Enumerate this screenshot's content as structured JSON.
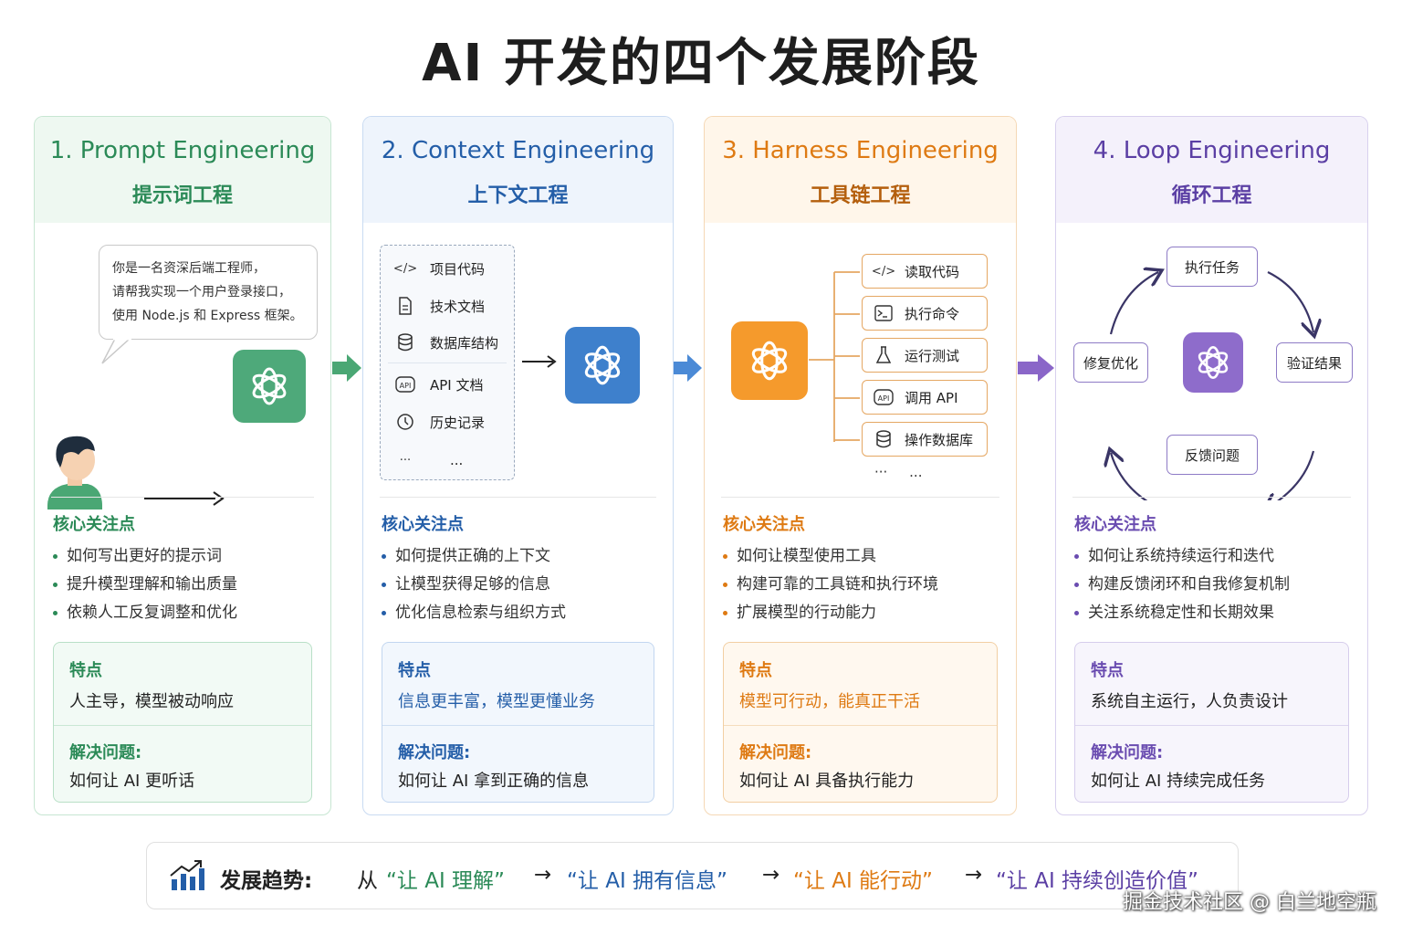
{
  "title": "AI 开发的四个发展阶段",
  "colors": {
    "green": "#2b8a57",
    "blue": "#245ea8",
    "orange": "#de7a13",
    "purple": "#6a4cb0"
  },
  "stages": [
    {
      "en": "1. Prompt Engineering",
      "zh": "提示词工程",
      "bubble": [
        "你是一名资深后端工程师，",
        "请帮我实现一个用户登录接口，",
        "使用 Node.js 和 Express 框架。"
      ],
      "focus_title": "核心关注点",
      "focus": [
        "如何写出更好的提示词",
        "提升模型理解和输出质量",
        "依赖人工反复调整和优化"
      ],
      "feature_title": "特点",
      "feature": "人主导，模型被动响应",
      "problem_title": "解决问题:",
      "problem": "如何让 AI 更听话"
    },
    {
      "en": "2. Context Engineering",
      "zh": "上下文工程",
      "context_items": [
        {
          "icon": "code-icon",
          "label": "项目代码"
        },
        {
          "icon": "document-icon",
          "label": "技术文档"
        },
        {
          "icon": "database-icon",
          "label": "数据库结构"
        },
        {
          "icon": "api-icon",
          "label": "API 文档"
        },
        {
          "icon": "history-icon",
          "label": "历史记录"
        },
        {
          "icon": "more-icon",
          "label": "..."
        }
      ],
      "focus_title": "核心关注点",
      "focus": [
        "如何提供正确的上下文",
        "让模型获得足够的信息",
        "优化信息检索与组织方式"
      ],
      "feature_title": "特点",
      "feature": "信息更丰富，模型更懂业务",
      "problem_title": "解决问题:",
      "problem": "如何让 AI 拿到正确的信息"
    },
    {
      "en": "3. Harness Engineering",
      "zh": "工具链工程",
      "tools": [
        {
          "icon": "code-icon",
          "label": "读取代码"
        },
        {
          "icon": "terminal-icon",
          "label": "执行命令"
        },
        {
          "icon": "flask-icon",
          "label": "运行测试"
        },
        {
          "icon": "api-icon",
          "label": "调用 API"
        },
        {
          "icon": "database-icon",
          "label": "操作数据库"
        }
      ],
      "more": "...",
      "focus_title": "核心关注点",
      "focus": [
        "如何让模型使用工具",
        "构建可靠的工具链和执行环境",
        "扩展模型的行动能力"
      ],
      "feature_title": "特点",
      "feature": "模型可行动，能真正干活",
      "problem_title": "解决问题:",
      "problem": "如何让 AI 具备执行能力"
    },
    {
      "en": "4. Loop Engineering",
      "zh": "循环工程",
      "loop": {
        "top": "执行任务",
        "right": "验证结果",
        "bottom": "反馈问题",
        "left": "修复优化"
      },
      "focus_title": "核心关注点",
      "focus": [
        "如何让系统持续运行和迭代",
        "构建反馈闭环和自我修复机制",
        "关注系统稳定性和长期效果"
      ],
      "feature_title": "特点",
      "feature": "系统自主运行，人负责设计",
      "problem_title": "解决问题:",
      "problem": "如何让 AI 持续完成任务"
    }
  ],
  "trend": {
    "label": "发展趋势:",
    "prefix": "从",
    "items": [
      "“让 AI 理解”",
      "“让 AI 拥有信息”",
      "“让 AI 能行动”",
      "“让 AI 持续创造价值”"
    ],
    "arrow": "→"
  },
  "watermark": "掘金技术社区 @ 白兰地空瓶"
}
